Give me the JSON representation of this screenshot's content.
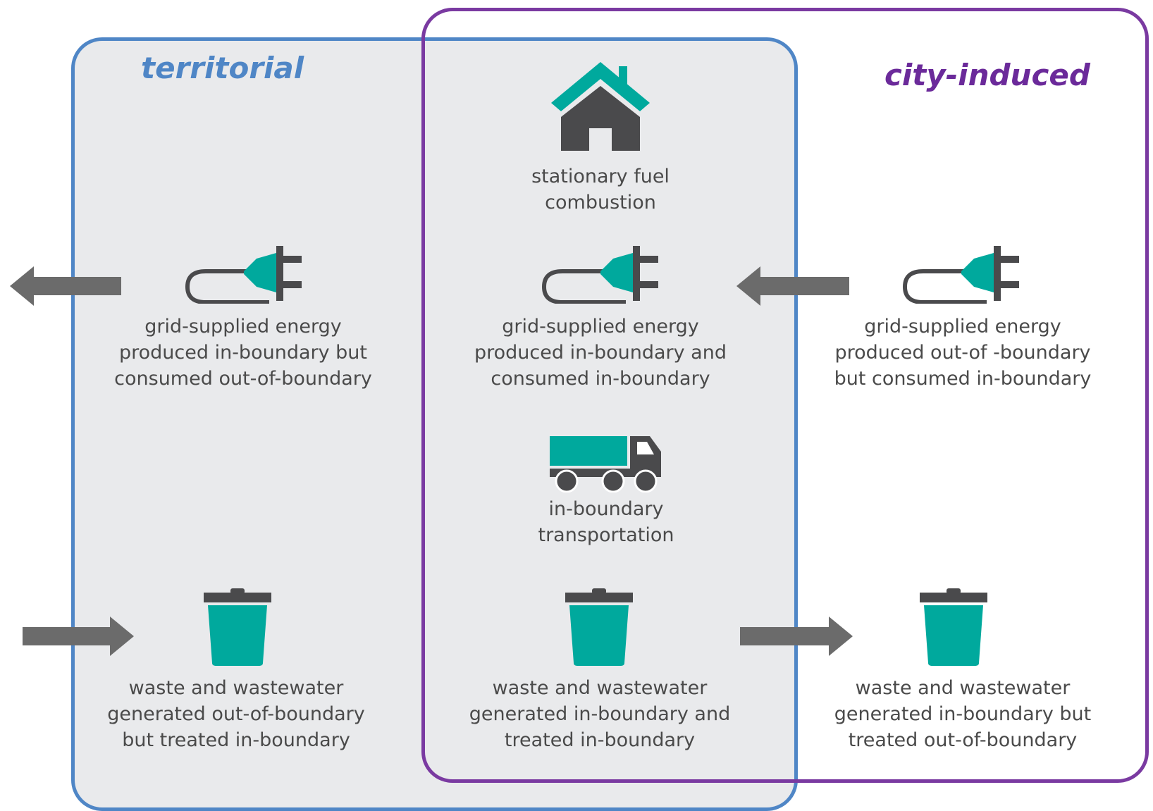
{
  "frames": {
    "territorial": {
      "title": "territorial",
      "color": "#4f86c6"
    },
    "city_induced": {
      "title": "city-induced",
      "color": "#7a3aa1"
    }
  },
  "colors": {
    "teal": "#00a99d",
    "icon_dark": "#4a4a4c",
    "arrow": "#6b6b6b",
    "panel_fill": "#e9eaec"
  },
  "items": {
    "stationary": {
      "icon": "house-icon",
      "lines": [
        "stationary fuel",
        "combustion"
      ]
    },
    "grid_out": {
      "icon": "plug-icon",
      "lines": [
        "grid-supplied energy",
        "produced in-boundary but",
        "consumed out-of-boundary"
      ]
    },
    "grid_in": {
      "icon": "plug-icon",
      "lines": [
        "grid-supplied energy",
        "produced in-boundary and",
        "consumed in-boundary"
      ]
    },
    "grid_import": {
      "icon": "plug-icon",
      "lines": [
        "grid-supplied energy",
        "produced out-of -boundary",
        "but consumed in-boundary"
      ]
    },
    "transport": {
      "icon": "truck-icon",
      "lines": [
        "in-boundary",
        "transportation"
      ]
    },
    "waste_import": {
      "icon": "trash-bin-icon",
      "lines": [
        "waste and wastewater",
        "generated out-of-boundary",
        "but treated in-boundary"
      ]
    },
    "waste_in": {
      "icon": "trash-bin-icon",
      "lines": [
        "waste and wastewater",
        "generated in-boundary and",
        "treated in-boundary"
      ]
    },
    "waste_export": {
      "icon": "trash-bin-icon",
      "lines": [
        "waste and wastewater",
        "generated in-boundary but",
        "treated out-of-boundary"
      ]
    }
  }
}
